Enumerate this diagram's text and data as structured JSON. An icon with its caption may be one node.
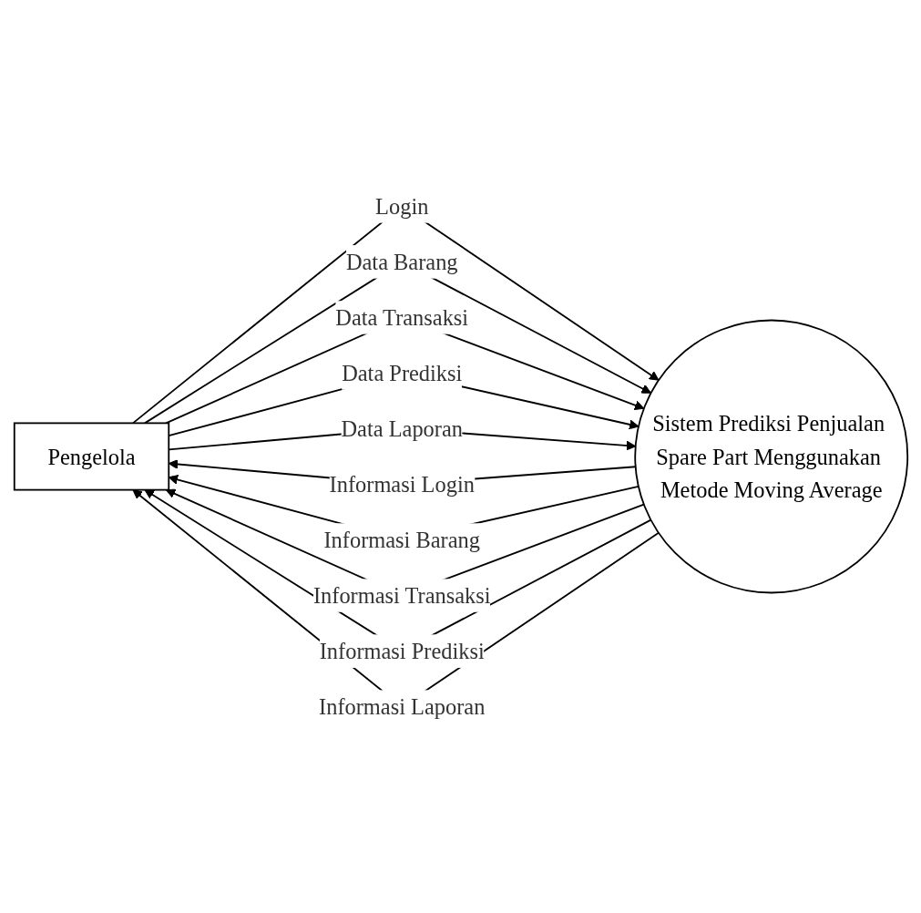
{
  "diagram": {
    "nodes": [
      {
        "text": [
          "Pengelola"
        ]
      },
      {
        "text": [
          "Sistem Prediksi Penjualan Spare Part Menggunakan Metode Moving Average"
        ]
      }
    ],
    "edges": [
      {
        "from": 0,
        "to": 1,
        "arrow": "to",
        "label": "Login"
      },
      {
        "from": 0,
        "to": 1,
        "arrow": "to",
        "label": "Data Barang"
      },
      {
        "from": 0,
        "to": 1,
        "arrow": "to",
        "label": "Data Transaksi"
      },
      {
        "from": 0,
        "to": 1,
        "arrow": "to",
        "label": "Data Prediksi"
      },
      {
        "from": 0,
        "to": 1,
        "arrow": "to",
        "label": "Data Laporan"
      },
      {
        "from": 1,
        "to": 0,
        "arrow": "to",
        "label": "Informasi Login"
      },
      {
        "from": 1,
        "to": 0,
        "arrow": "to",
        "label": "Informasi Barang"
      },
      {
        "from": 1,
        "to": 0,
        "arrow": "to",
        "label": "Informasi Transaksi"
      },
      {
        "from": 1,
        "to": 0,
        "arrow": "to",
        "label": "Informasi Prediksi"
      },
      {
        "from": 1,
        "to": 0,
        "arrow": "to",
        "label": "Informasi Laporan"
      }
    ]
  }
}
